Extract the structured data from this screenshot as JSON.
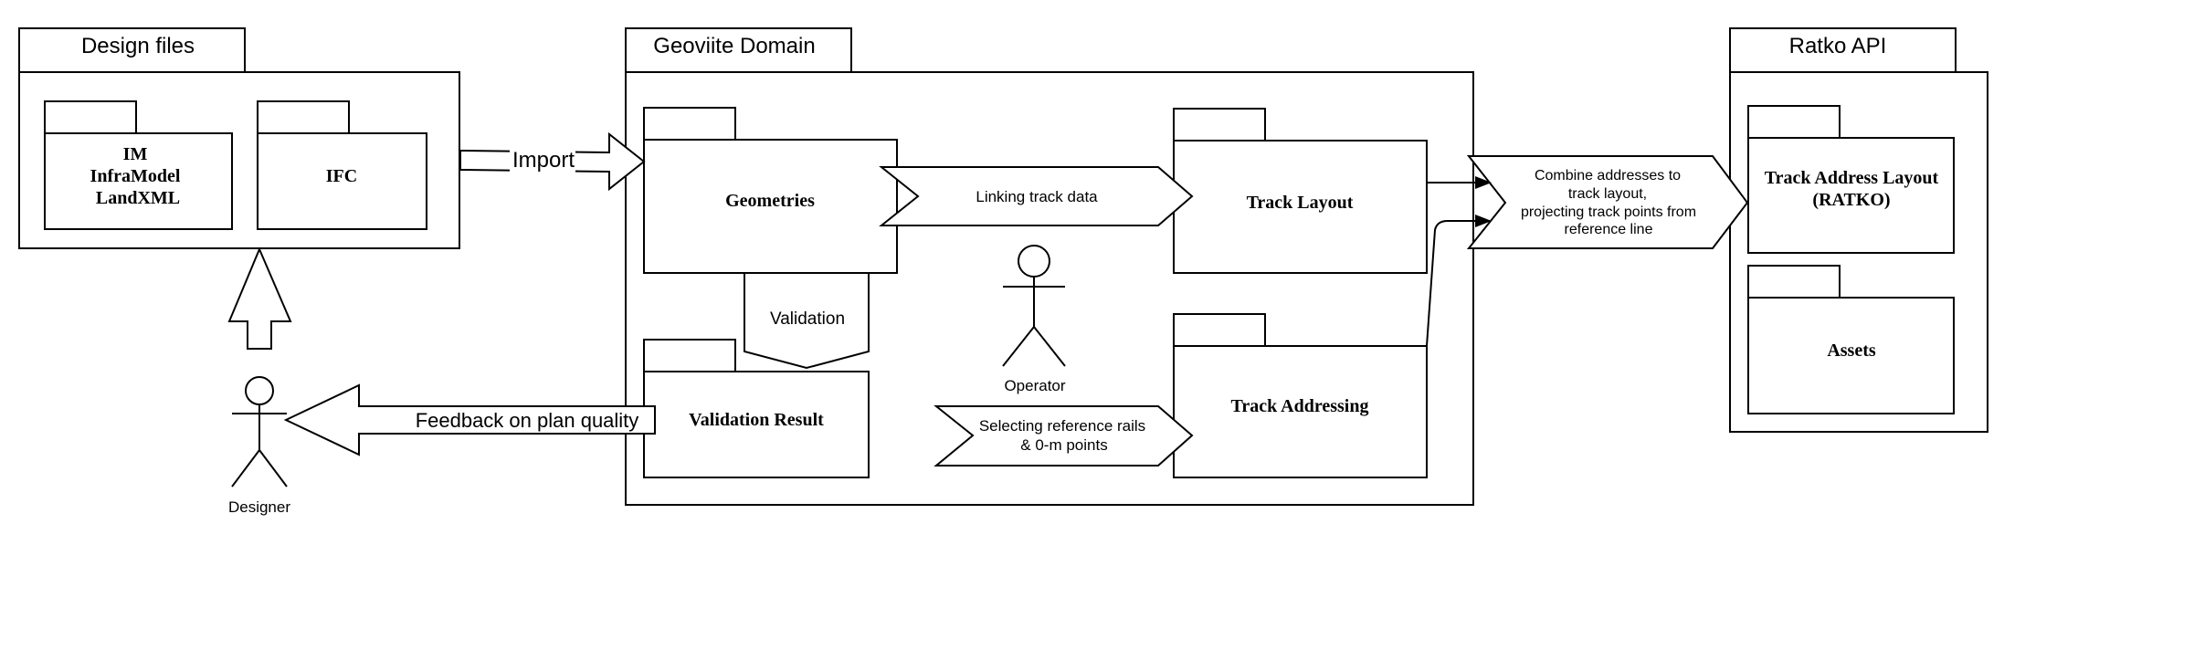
{
  "packages": {
    "design_files": {
      "title": "Design files"
    },
    "geoviite_domain": {
      "title": "Geoviite Domain"
    },
    "ratko_api": {
      "title": "Ratko API"
    }
  },
  "sub_packages": {
    "im": {
      "lines": [
        "IM",
        "InfraModel",
        "LandXML"
      ]
    },
    "ifc": {
      "label": "IFC"
    },
    "geometries": {
      "label": "Geometries"
    },
    "validation_result": {
      "label": "Validation Result"
    },
    "track_layout": {
      "label": "Track Layout"
    },
    "track_addressing": {
      "label": "Track Addressing"
    },
    "track_address_layout": {
      "lines": [
        "Track Address Layout",
        "(RATKO)"
      ]
    },
    "assets": {
      "label": "Assets"
    }
  },
  "arrows": {
    "import": "Import",
    "feedback": "Feedback on plan quality",
    "linking": "Linking track data",
    "validation": "Validation",
    "selecting": [
      "Selecting reference rails",
      "& 0-m points"
    ],
    "combine": [
      "Combine addresses to",
      "track layout,",
      "projecting track points from",
      "reference line"
    ]
  },
  "actors": {
    "designer": "Designer",
    "operator": "Operator"
  }
}
